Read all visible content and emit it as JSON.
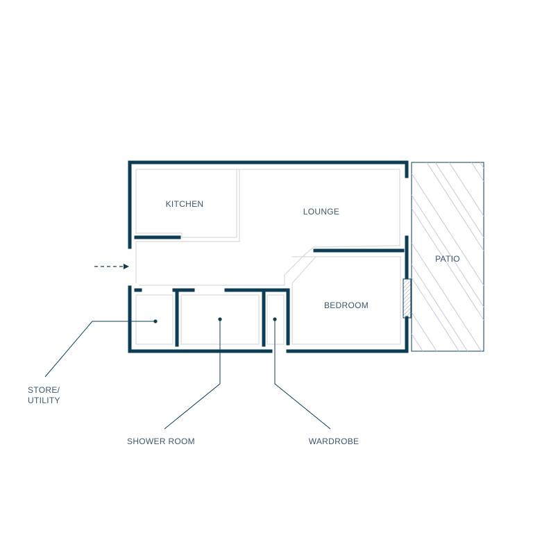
{
  "rooms": {
    "kitchen": "KITCHEN",
    "lounge": "LOUNGE",
    "bedroom": "BEDROOM",
    "patio": "PATIO"
  },
  "callouts": {
    "store_line1": "STORE/",
    "store_line2": "UTILITY",
    "shower_room": "SHOWER ROOM",
    "wardrobe": "WARDROBE"
  },
  "colors": {
    "wall": "#0d3d55",
    "line": "#d9d9d9",
    "label": "#3d566a",
    "hatch": "#c9c6dc",
    "entrance": "#0d3d55"
  },
  "icons": {
    "entrance": "dashed-arrow-right"
  }
}
